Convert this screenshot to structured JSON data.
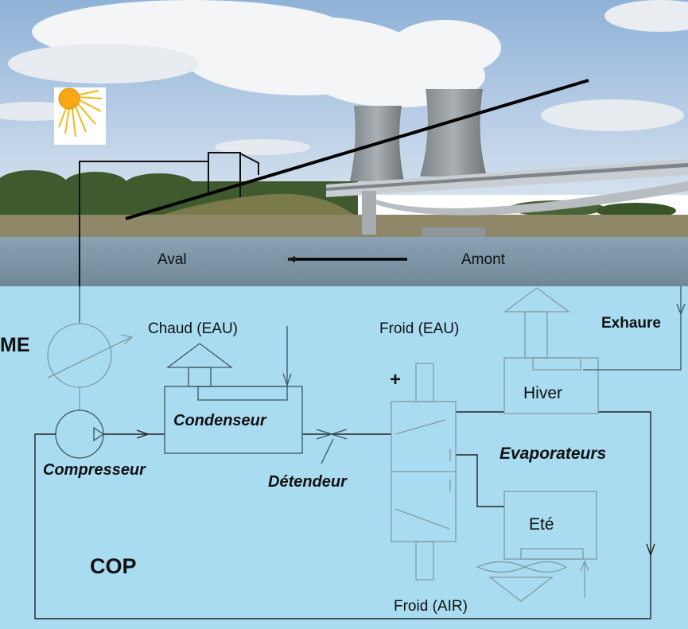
{
  "photo": {
    "downstream_label": "Aval",
    "upstream_label": "Amont",
    "sun_icon": "sun-icon"
  },
  "diagram": {
    "motor_label": "ME",
    "hot_water_label": "Chaud (EAU)",
    "cold_water_label": "Froid (EAU)",
    "drainage_label": "Exhaure",
    "condenser_label": "Condenseur",
    "compressor_label": "Compresseur",
    "expansion_valve_label": "Détendeur",
    "evaporators_label": "Evaporateurs",
    "winter_label": "Hiver",
    "summer_label": "Eté",
    "cold_air_label": "Froid (AIR)",
    "cop_label": "COP",
    "plus_sign": "+"
  },
  "colors": {
    "sky_top": "#9dbbdc",
    "sky_bottom": "#cddcec",
    "water": "#7f9aab",
    "diagram_bg": "#a9dcf0",
    "line": "#1a1a1a",
    "thin_line": "#3d5560"
  }
}
